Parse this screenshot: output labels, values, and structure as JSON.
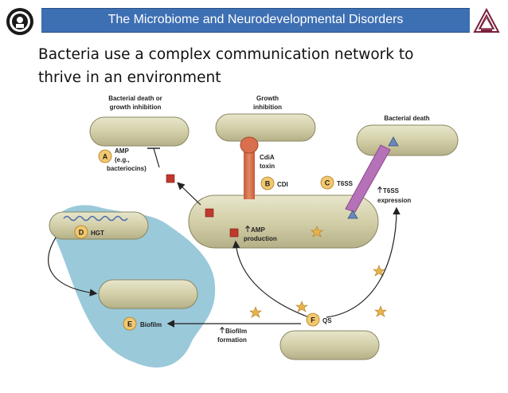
{
  "header": {
    "title": "The Microbiome and Neurodevelopmental Disorders"
  },
  "slide": {
    "subtitle_line1": "Bacteria use a complex communication network to",
    "subtitle_line2": "thrive in an environment"
  },
  "diagram": {
    "top_left_label_line1": "Bacterial death or",
    "top_left_label_line2": "growth inhibition",
    "top_mid_label_line1": "Growth",
    "top_mid_label_line2": "inhibition",
    "top_right_label": "Bacterial death",
    "mechanisms": [
      {
        "letter": "A",
        "lines": [
          "AMP",
          "(e.g.,",
          "bacteriocins)"
        ]
      },
      {
        "letter": "B",
        "lines": [
          "CDI"
        ]
      },
      {
        "letter": "C",
        "lines": [
          "T6SS"
        ]
      },
      {
        "letter": "D",
        "lines": [
          "HGT"
        ]
      },
      {
        "letter": "E",
        "lines": [
          "Biofilm"
        ]
      },
      {
        "letter": "F",
        "lines": [
          "QS"
        ]
      }
    ],
    "toxin_label_line1": "CdiA",
    "toxin_label_line2": "toxin",
    "amp_production_line1": "AMP",
    "amp_production_line2": "production",
    "t6ss_expression_line1": "T6SS",
    "t6ss_expression_line2": "expression",
    "biofilm_formation_line1": "Biofilm",
    "biofilm_formation_line2": "formation",
    "colors": {
      "bacterium_fill": "#d4d0ad",
      "bacterium_stroke": "#8a8660",
      "biofilm": "#8fc3d6",
      "cdi_rod": "#d8704e",
      "t6ss_rod": "#b672b8",
      "amp_square": "#c0392b",
      "star": "#e8b44a",
      "triangle": "#6b86b8"
    }
  }
}
